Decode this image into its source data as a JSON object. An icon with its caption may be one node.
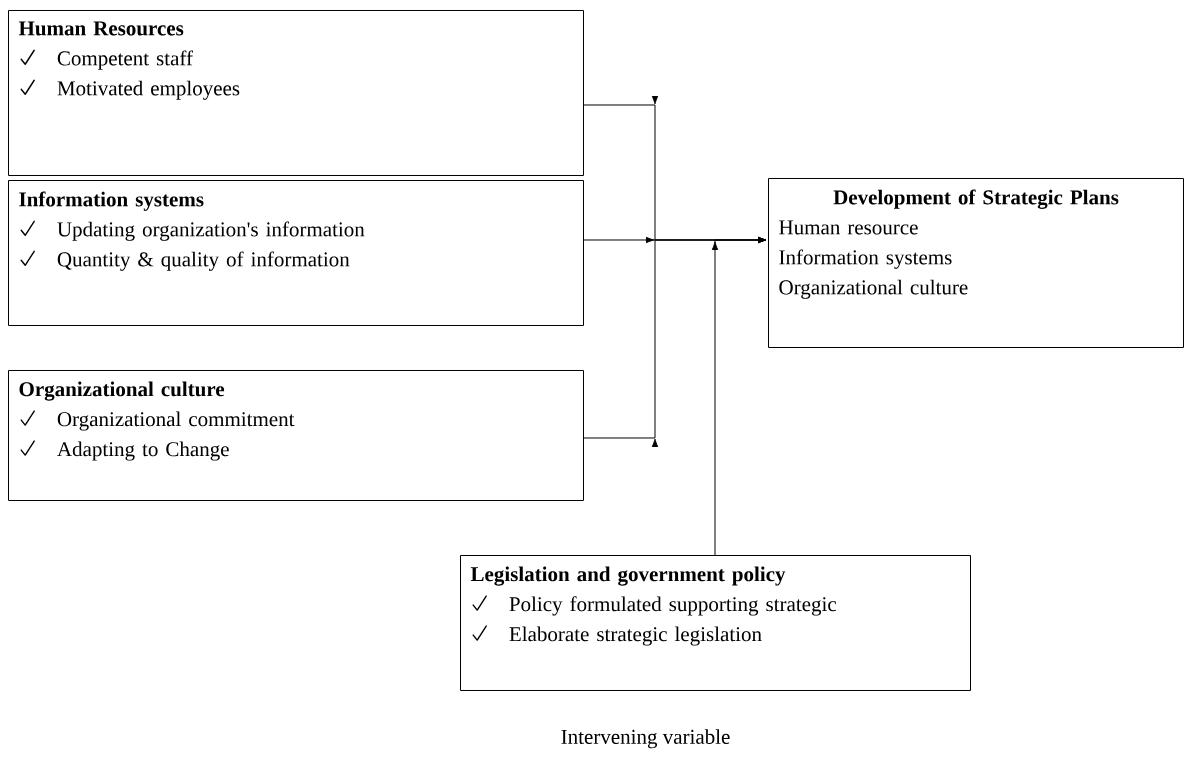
{
  "diagram": {
    "nodes": [
      {
        "text": [
          "Human Resources",
          "Competent staff",
          "Motivated employees"
        ]
      },
      {
        "text": [
          "Information systems",
          "Updating organization's information",
          "Quantity & quality of information"
        ]
      },
      {
        "text": [
          "Organizational culture",
          "Organizational commitment",
          "Adapting to Change"
        ]
      },
      {
        "text": [
          "Development of Strategic Plans",
          "Human resource",
          "Information systems",
          "Organizational culture"
        ]
      },
      {
        "text": [
          "Legislation and government policy",
          "Policy formulated supporting strategic",
          "Elaborate strategic legislation"
        ],
        "beside": [
          "Intervening variable"
        ]
      }
    ],
    "edges": [
      {
        "from": 0,
        "to": 3,
        "arrow": "to"
      },
      {
        "from": 1,
        "to": 3,
        "arrow": "to"
      },
      {
        "from": 2,
        "to": 3,
        "arrow": "to"
      },
      {
        "from": 4,
        "to": 3,
        "arrow": "to"
      }
    ]
  }
}
